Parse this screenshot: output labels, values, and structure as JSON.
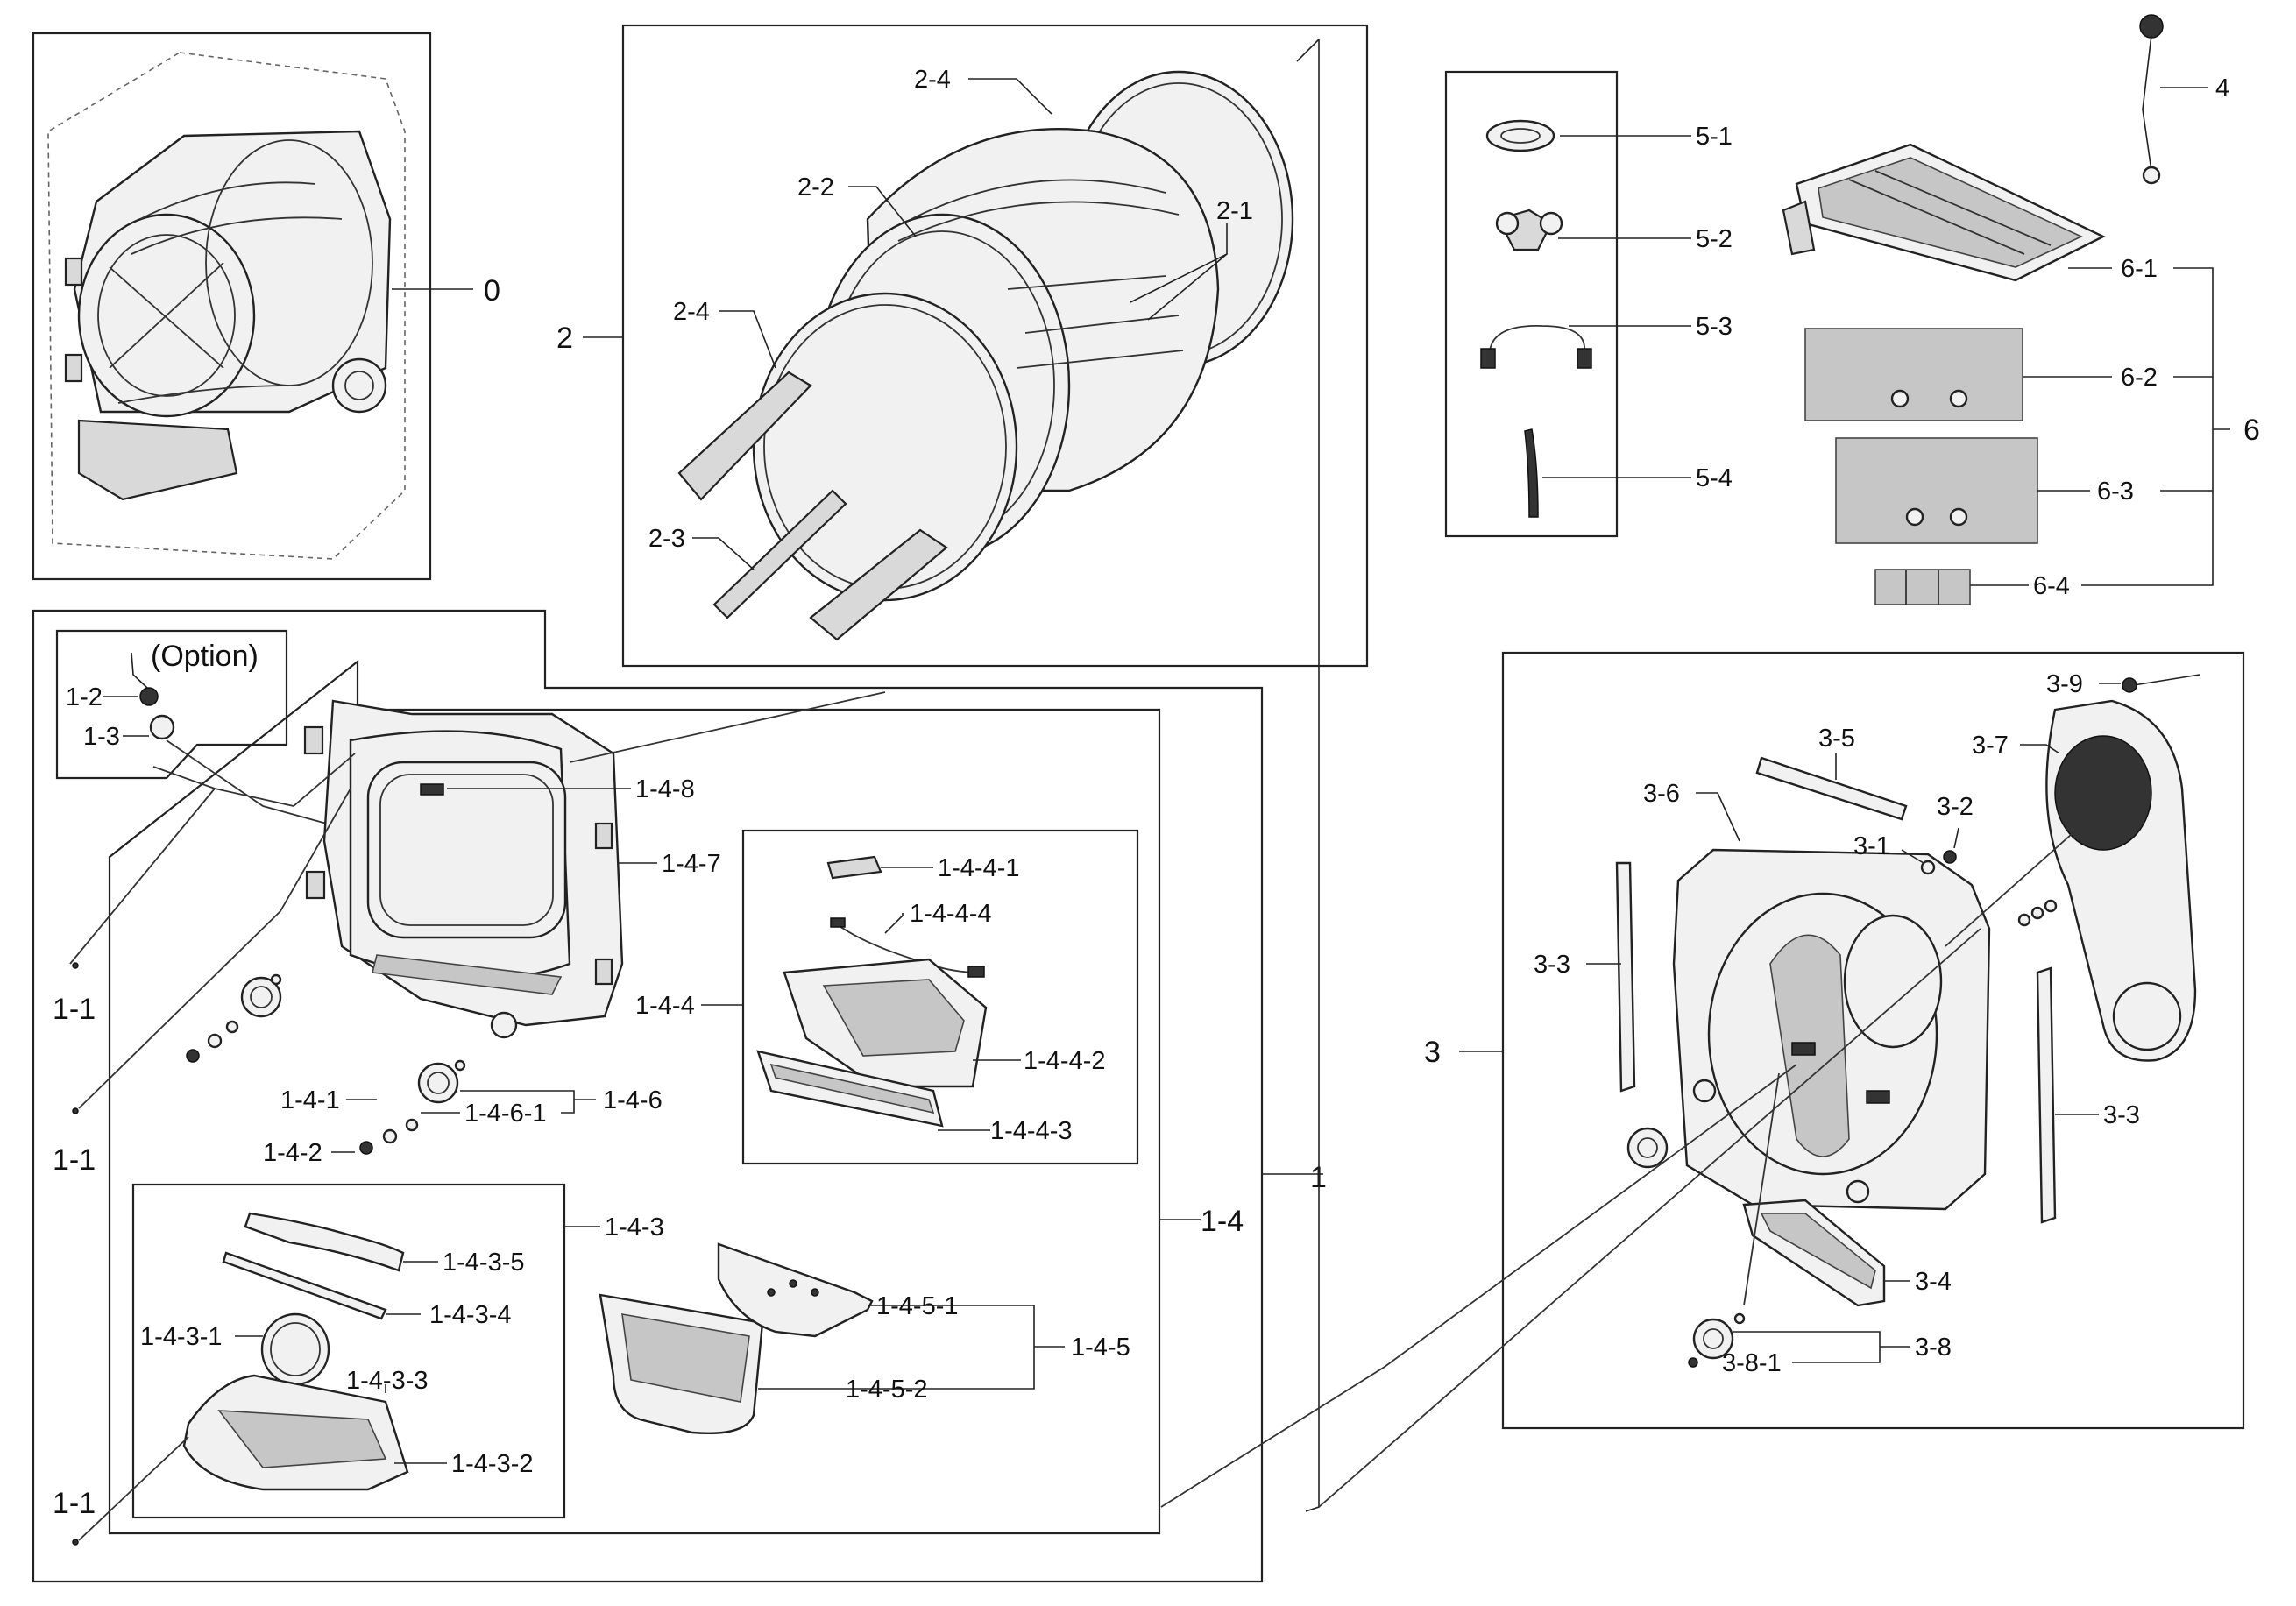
{
  "labels": {
    "p0": "0",
    "p1": "1",
    "p2": "2",
    "p3": "3",
    "p4": "4",
    "p5_1": "5-1",
    "p5_2": "5-2",
    "p5_3": "5-3",
    "p5_4": "5-4",
    "p6": "6",
    "p6_1": "6-1",
    "p6_2": "6-2",
    "p6_3": "6-3",
    "p6_4": "6-4",
    "p2_1": "2-1",
    "p2_2": "2-2",
    "p2_3": "2-3",
    "p2_4a": "2-4",
    "p2_4b": "2-4",
    "option": "(Option)",
    "p1_2": "1-2",
    "p1_3": "1-3",
    "p1_1a": "1-1",
    "p1_1b": "1-1",
    "p1_1c": "1-1",
    "p1_4": "1-4",
    "p1_4_8": "1-4-8",
    "p1_4_7": "1-4-7",
    "p1_4_6": "1-4-6",
    "p1_4_6_1": "1-4-6-1",
    "p1_4_1": "1-4-1",
    "p1_4_2": "1-4-2",
    "p1_4_4": "1-4-4",
    "p1_4_4_1": "1-4-4-1",
    "p1_4_4_4": "1-4-4-4",
    "p1_4_4_2": "1-4-4-2",
    "p1_4_4_3": "1-4-4-3",
    "p1_4_3": "1-4-3",
    "p1_4_3_5": "1-4-3-5",
    "p1_4_3_4": "1-4-3-4",
    "p1_4_3_1": "1-4-3-1",
    "p1_4_3_3": "1-4-3-3",
    "p1_4_3_2": "1-4-3-2",
    "p1_4_5": "1-4-5",
    "p1_4_5_1": "1-4-5-1",
    "p1_4_5_2": "1-4-5-2",
    "p3_1": "3-1",
    "p3_2": "3-2",
    "p3_3a": "3-3",
    "p3_3b": "3-3",
    "p3_4": "3-4",
    "p3_5": "3-5",
    "p3_6": "3-6",
    "p3_7": "3-7",
    "p3_8": "3-8",
    "p3_8_1": "3-8-1",
    "p3_9": "3-9"
  }
}
